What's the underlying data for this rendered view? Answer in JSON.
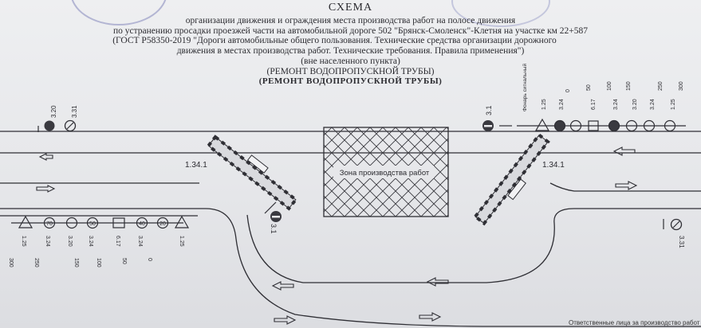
{
  "header": {
    "title": "СХЕМА",
    "line1": "организации движения и ограждения места производства  работ на полосе движения",
    "line2": "по устранению просадки проезжей части на автомобильной дороге 502 \"Брянск-Смоленск\"-Клетня на участке км 22+587",
    "line3": "(ГОСТ Р58350-2019 \"Дороги автомобильные общего пользования. Технические средства организации дорожного",
    "line4": "движения в местах производства работ. Технические требования. Правила применения\")",
    "line5": "(вне населенного пункта)",
    "line6": "(РЕМОНТ ВОДОПРОПУСКНОЙ ТРУБЫ)"
  },
  "zone_label": "Зона производства работ",
  "markings": {
    "left": "1.34.1",
    "right": "1.34.1"
  },
  "sign_labels": {
    "s331": "3.31",
    "s320": "3.20",
    "s31": "3.1",
    "s125": "1.25",
    "s324": "3.24",
    "s617": "6.17",
    "flasher": "Фонарь сигнальный"
  },
  "speed_values": [
    "70",
    "50",
    "40",
    "20"
  ],
  "distances": [
    "0",
    "50",
    "100",
    "150",
    "250",
    "300"
  ],
  "footer": "Ответственные лица за производство работ",
  "colors": {
    "paper": "#e9eaec",
    "ink": "#2b2b30",
    "stamp": "#9a9cc6"
  }
}
